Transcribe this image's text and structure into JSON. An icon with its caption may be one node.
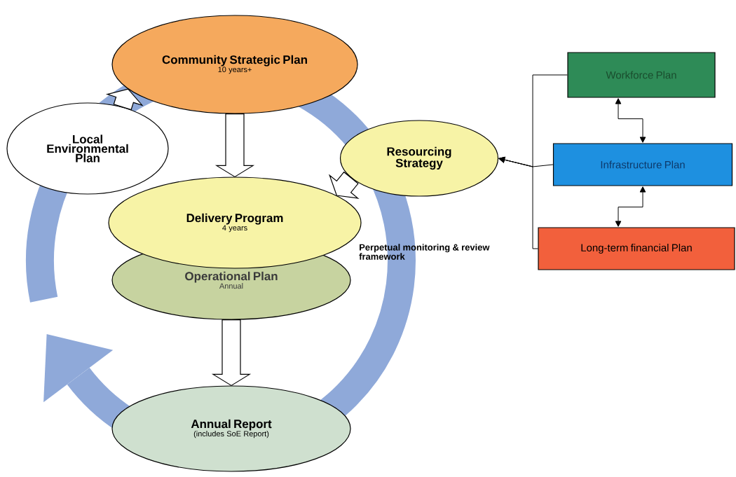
{
  "diagram": {
    "nodes": [
      {
        "text": [
          "Community Strategic Plan",
          "10 years+"
        ]
      },
      {
        "text": [
          "Local Environmental Plan"
        ]
      },
      {
        "text": [
          "Resourcing Strategy"
        ]
      },
      {
        "text": [
          "Delivery Program",
          "4 years"
        ]
      },
      {
        "text": [
          "Operational Plan",
          "Annual"
        ]
      },
      {
        "text": [
          "Annual Report",
          "(includes SoE Report)"
        ]
      },
      {
        "text": [
          "Workforce Plan"
        ]
      },
      {
        "text": [
          "Infrastructure Plan"
        ]
      },
      {
        "text": [
          "Long-term financial Plan"
        ]
      }
    ],
    "edges": [
      {
        "from": 1,
        "to": 0,
        "arrow": "to",
        "style": "thick"
      },
      {
        "from": 0,
        "to": 3,
        "arrow": "to",
        "style": "thick"
      },
      {
        "from": 2,
        "to": 3,
        "arrow": "to",
        "style": "thick"
      },
      {
        "from": 4,
        "to": 5,
        "arrow": "to",
        "style": "thick"
      },
      {
        "from": 6,
        "to": 2,
        "arrow": "to"
      },
      {
        "from": 7,
        "to": 2,
        "arrow": "to"
      },
      {
        "from": 8,
        "to": 2,
        "arrow": "to"
      },
      {
        "from": 6,
        "to": 7,
        "arrow": "both"
      },
      {
        "from": 7,
        "to": 8,
        "arrow": "both"
      }
    ],
    "labels": [
      "Perpetual monitoring & review framework"
    ]
  }
}
